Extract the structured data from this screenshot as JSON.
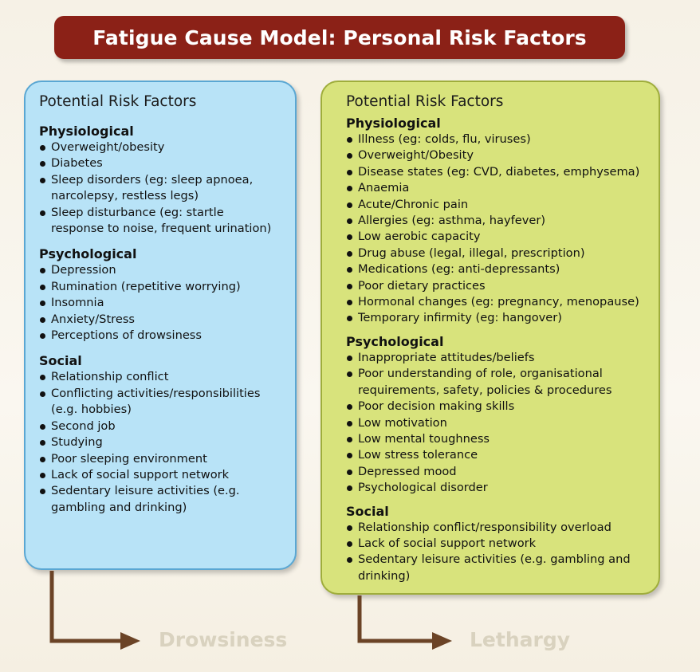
{
  "title": "Fatigue Cause Model: Personal Risk Factors",
  "left_panel": {
    "heading": "Potential Risk Factors",
    "sections": [
      {
        "heading": "Physiological",
        "items": [
          "Overweight/obesity",
          "Diabetes",
          "Sleep disorders (eg:  sleep apnoea,\nnarcolepsy, restless legs)",
          "Sleep disturbance (eg: startle\nresponse to noise, frequent urination)"
        ]
      },
      {
        "heading": "Psychological",
        "items": [
          "Depression",
          "Rumination (repetitive worrying)",
          "Insomnia",
          "Anxiety/Stress",
          "Perceptions of drowsiness"
        ]
      },
      {
        "heading": "Social",
        "items": [
          "Relationship conflict",
          "Conflicting activities/responsibilities\n(e.g. hobbies)",
          "Second job",
          "Studying",
          "Poor sleeping environment",
          "Lack of social support network",
          "Sedentary leisure activities (e.g.\ngambling and drinking)"
        ]
      }
    ],
    "outcome": "Drowsiness"
  },
  "right_panel": {
    "heading": "Potential Risk Factors",
    "sections": [
      {
        "heading": "Physiological",
        "items": [
          "Illness (eg: colds, flu, viruses)",
          "Overweight/Obesity",
          "Disease states (eg: CVD, diabetes, emphysema)",
          "Anaemia",
          "Acute/Chronic pain",
          "Allergies (eg: asthma, hayfever)",
          "Low aerobic capacity",
          "Drug abuse (legal, illegal, prescription)",
          "Medications (eg: anti-depressants)",
          "Poor dietary practices",
          "Hormonal changes (eg: pregnancy, menopause)",
          "Temporary infirmity (eg: hangover)"
        ]
      },
      {
        "heading": "Psychological",
        "items": [
          "Inappropriate attitudes/beliefs",
          "Poor understanding of role, organisational\nrequirements, safety, policies & procedures",
          "Poor decision making skills",
          "Low motivation",
          "Low mental toughness",
          "Low stress tolerance",
          "Depressed mood",
          "Psychological disorder"
        ]
      },
      {
        "heading": "Social",
        "items": [
          "Relationship conflict/responsibility overload",
          "Lack of social support network",
          "Sedentary leisure activities (e.g. gambling and\ndrinking)"
        ]
      }
    ],
    "outcome": "Lethargy"
  },
  "colors": {
    "title_bg": "#8b2117",
    "left_panel_bg": "#b8e3f7",
    "right_panel_bg": "#d8e37c",
    "arrow": "#6b4326",
    "outcome_text": "#d9d2bf"
  }
}
